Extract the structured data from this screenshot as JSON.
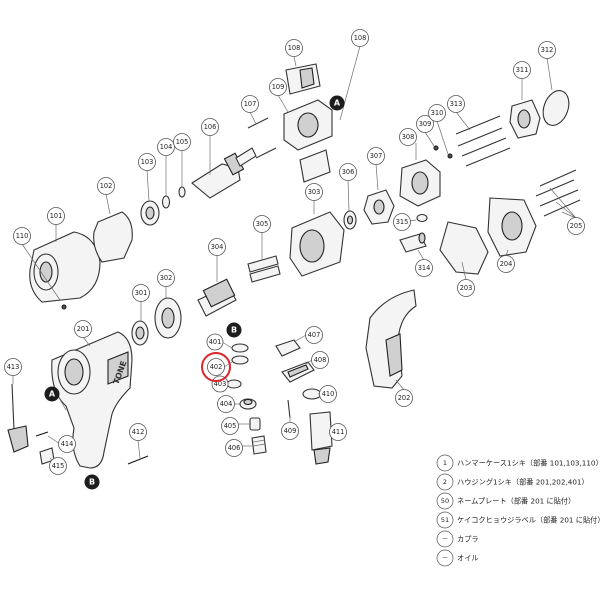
{
  "parts": {
    "p101": "101",
    "p102": "102",
    "p103": "103",
    "p104": "104",
    "p105": "105",
    "p106": "106",
    "p107": "107",
    "p108a": "108",
    "p108b": "108",
    "p109": "109",
    "p110": "110",
    "p201": "201",
    "p202": "202",
    "p203": "203",
    "p204": "204",
    "p205": "205",
    "p301": "301",
    "p302": "302",
    "p303": "303",
    "p304": "304",
    "p305": "305",
    "p306": "306",
    "p307": "307",
    "p308": "308",
    "p309": "309",
    "p310": "310",
    "p311": "311",
    "p312": "312",
    "p313": "313",
    "p314": "314",
    "p315": "315",
    "p401": "401",
    "p402": "402",
    "p403": "403",
    "p404": "404",
    "p405": "405",
    "p406": "406",
    "p407": "407",
    "p408": "408",
    "p409": "409",
    "p410": "410",
    "p411": "411",
    "p412": "412",
    "p413": "413",
    "p414": "414",
    "p415": "415"
  },
  "markers": {
    "a1": "A",
    "a2": "A",
    "b1": "B",
    "b2": "B"
  },
  "brand_text": "TONE",
  "highlight_color": "#d9242a",
  "legend": [
    {
      "num": "1",
      "text": "ハンマーケース1シキ（部番 101,103,110）"
    },
    {
      "num": "2",
      "text": "ハウジング1シキ（部番 201,202,401）"
    },
    {
      "num": "50",
      "text": "ネームプレート（部番 201 に貼付）"
    },
    {
      "num": "51",
      "text": "ケイコクヒョウジラベル（部番 201 に貼付）"
    },
    {
      "num": "－",
      "text": "カプラ"
    },
    {
      "num": "－",
      "text": "オイル"
    }
  ]
}
